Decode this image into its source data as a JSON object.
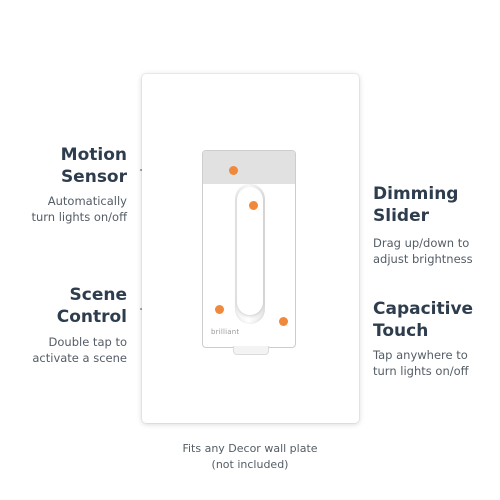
{
  "callouts": {
    "motion_sensor": {
      "title": [
        "Motion",
        "Sensor"
      ],
      "description": [
        "Automatically",
        "turn lights on/off"
      ]
    },
    "dimming_slider": {
      "title": [
        "Dimming",
        "Slider"
      ],
      "description": [
        "Drag up/down to",
        "adjust brightness"
      ]
    },
    "scene_control": {
      "title": [
        "Scene",
        "Control"
      ],
      "description": [
        "Double tap to",
        "activate a scene"
      ]
    },
    "capacitive_touch": {
      "title": [
        "Capacitive",
        "Touch"
      ],
      "description": [
        "Tap anywhere to",
        "turn lights on/off"
      ]
    }
  },
  "device": {
    "brand_label": "brilliant"
  },
  "footer": {
    "lines": [
      "Fits any Decor wall plate",
      "(not included)"
    ]
  },
  "colors": {
    "accent_dot": "#f0893a",
    "title_text": "#2e3d4d",
    "body_text": "#545d66",
    "leader_line": "#555555"
  }
}
